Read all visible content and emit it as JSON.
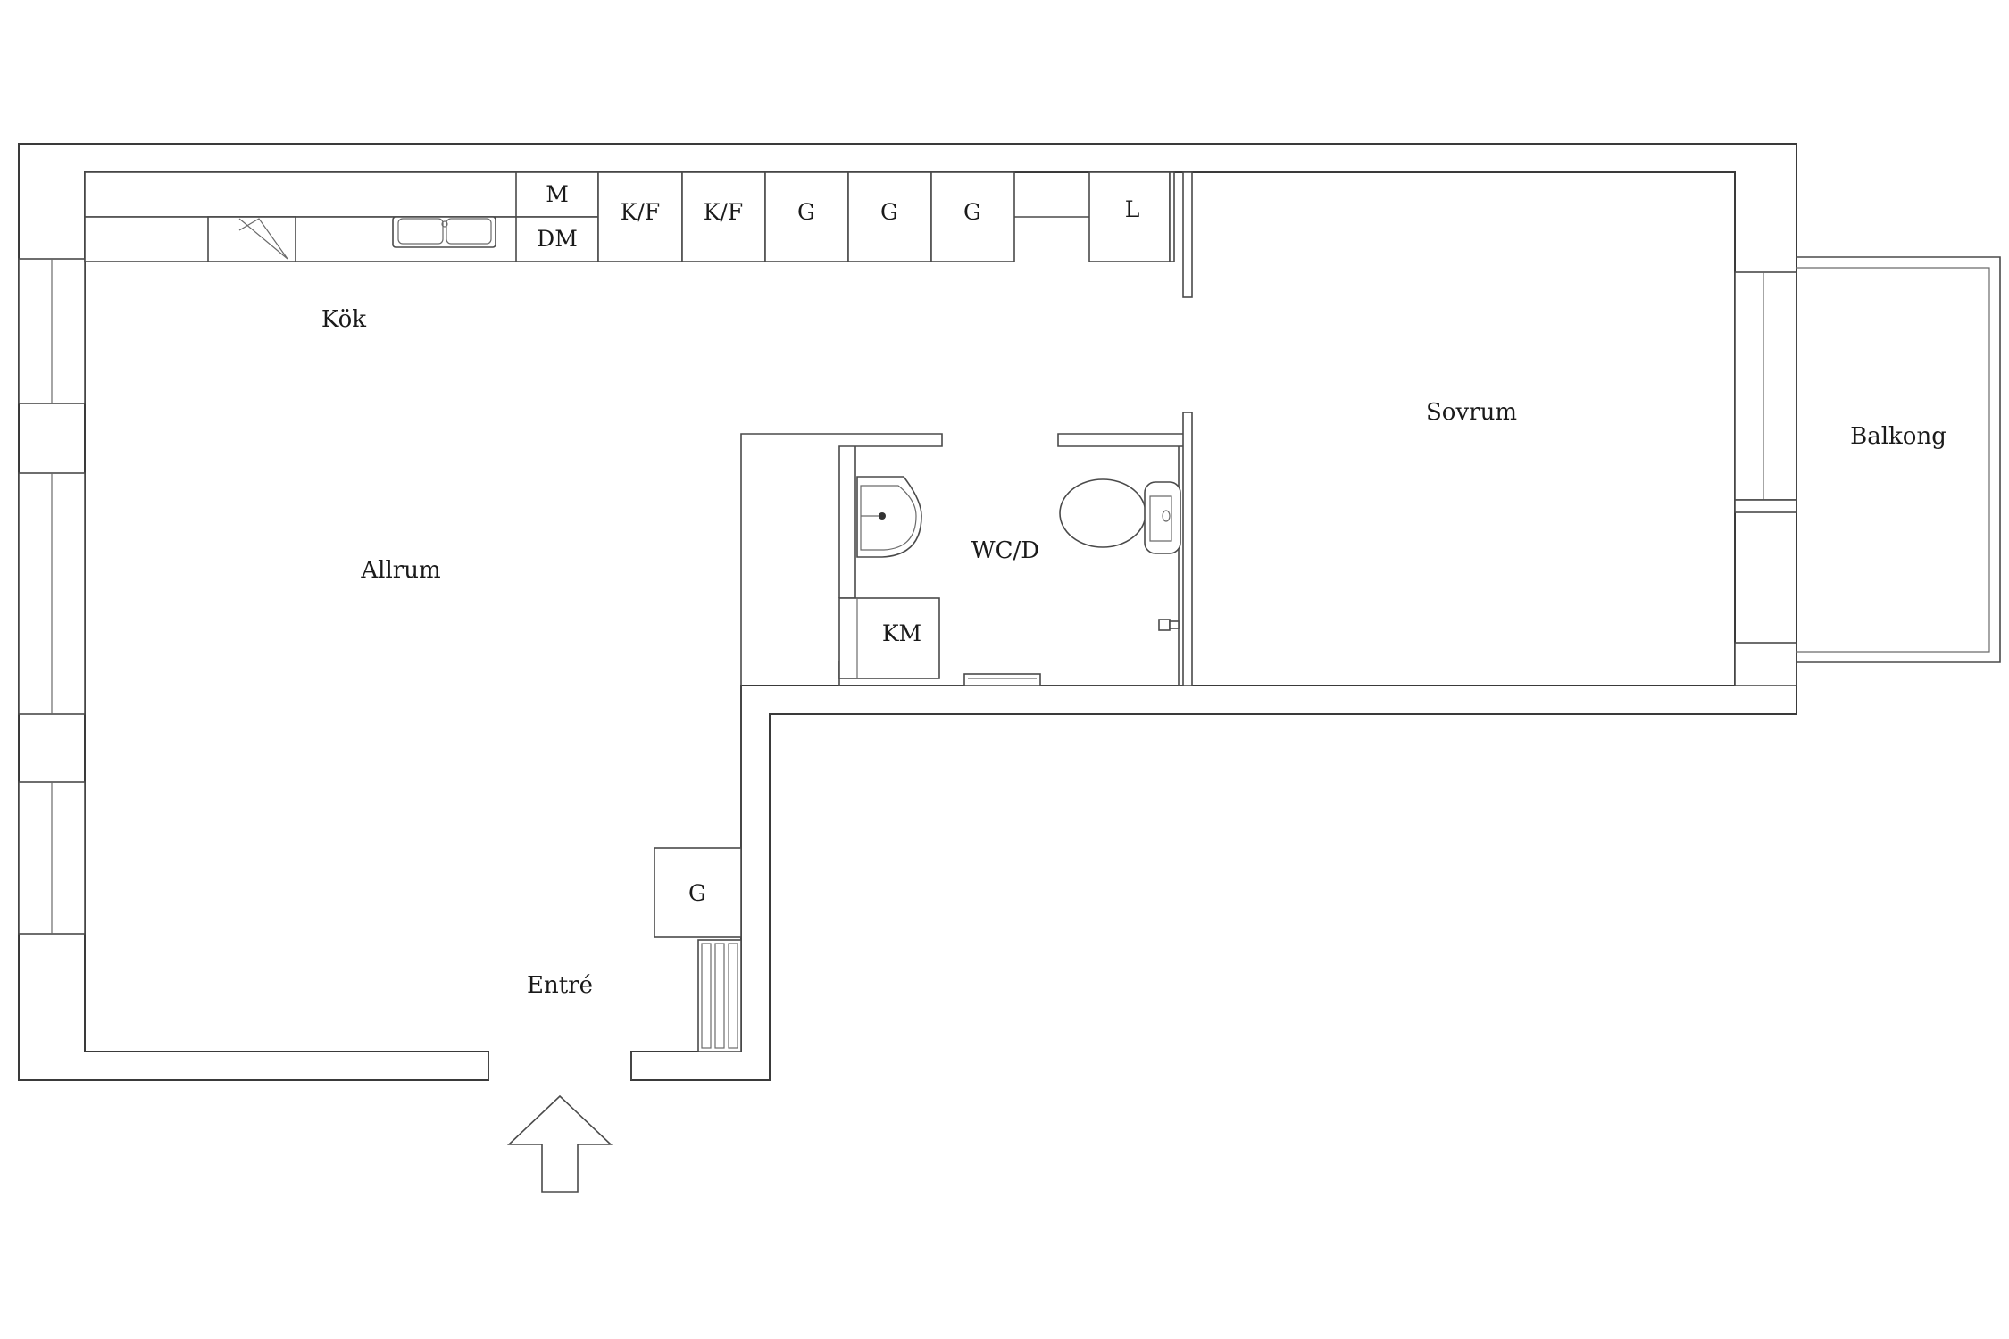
{
  "rooms": {
    "kok": "Kök",
    "allrum": "Allrum",
    "entre": "Entré",
    "wc": "WC/D",
    "sovrum": "Sovrum",
    "balkong": "Balkong"
  },
  "fixtures": {
    "m": "M",
    "dm": "DM",
    "kf1": "K/F",
    "kf2": "K/F",
    "g1": "G",
    "g2": "G",
    "g3": "G",
    "l": "L",
    "km": "KM",
    "g_entre": "G"
  },
  "icons": {
    "entrance": "entrance-arrow-icon",
    "sink": "kitchen-sink-icon",
    "washbasin": "washbasin-icon",
    "toilet": "toilet-icon",
    "radiator": "radiator-icon"
  }
}
